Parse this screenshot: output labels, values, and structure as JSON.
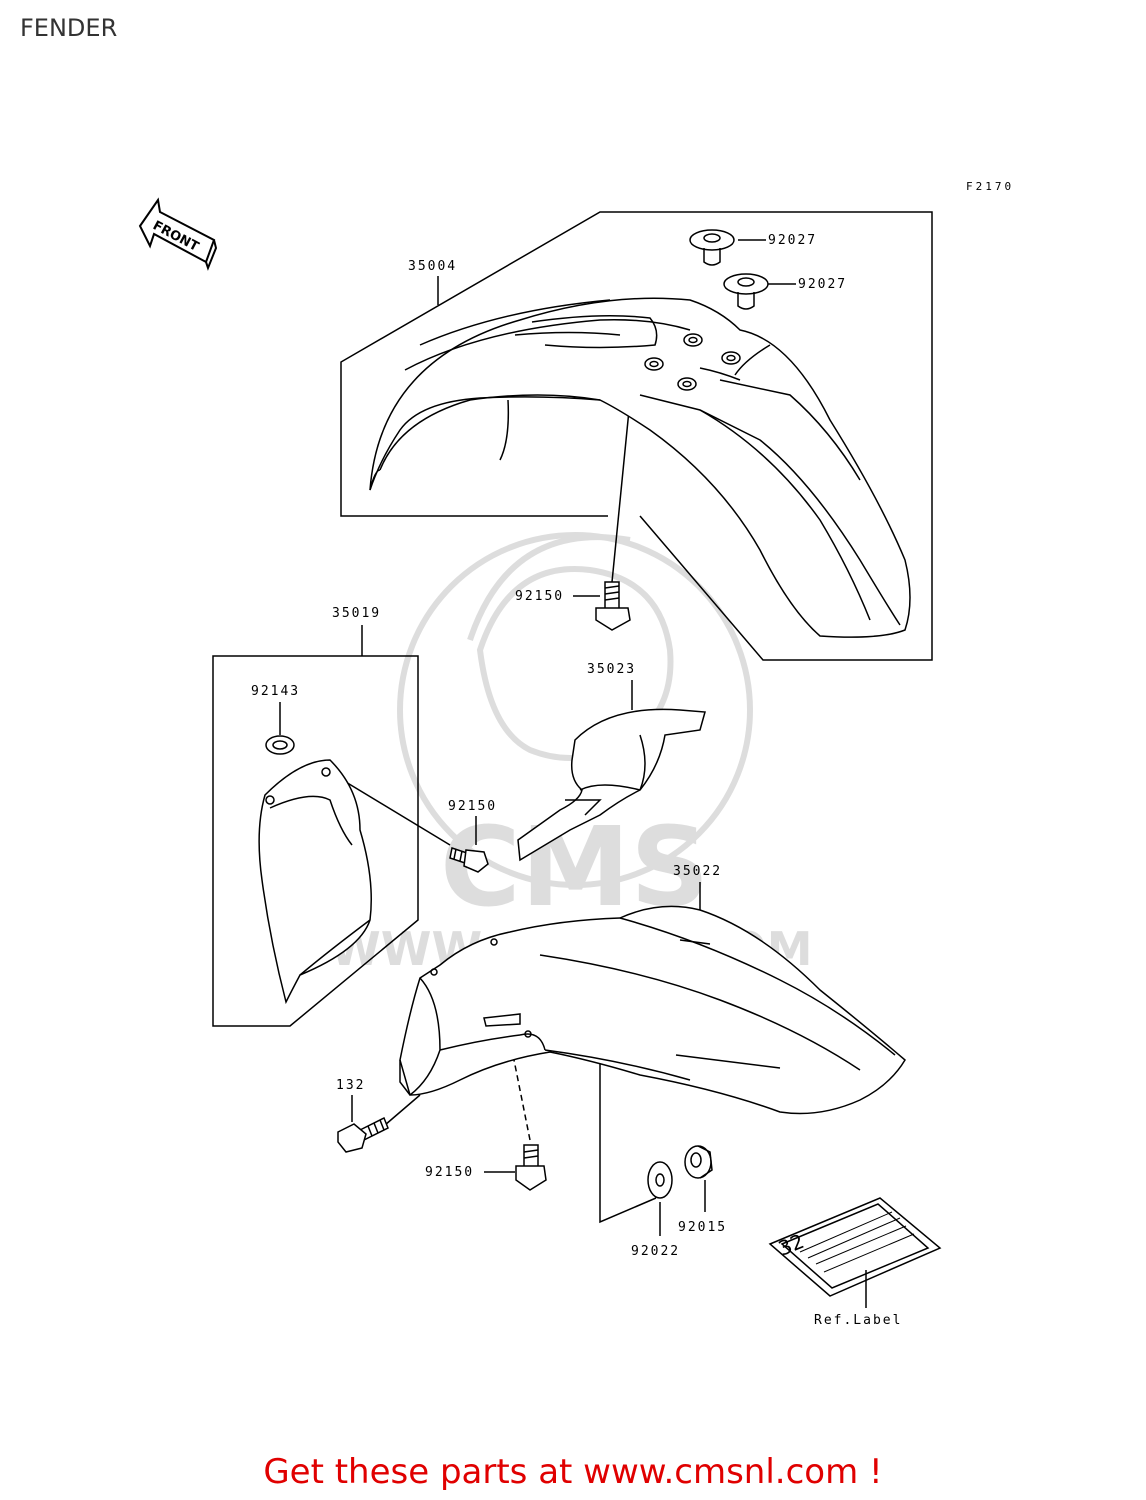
{
  "page": {
    "title": "FENDER",
    "figure_code": "F2170",
    "front_label": "FRONT",
    "footer": "Get these parts at www.cmsnl.com !",
    "accent_color": "#e00000"
  },
  "watermark": {
    "brand": "CMS",
    "url": "WWW.CMSNL.COM"
  },
  "parts": {
    "p35004": "35004",
    "p92027a": "92027",
    "p92027b": "92027",
    "p92150a": "92150",
    "p35019": "35019",
    "p92143": "92143",
    "p92150b": "92150",
    "p35023": "35023",
    "p35022": "35022",
    "p132": "132",
    "p92150c": "92150",
    "p92022": "92022",
    "p92015": "92015",
    "ref_label": "Ref.Label",
    "ref_label_number": "32"
  }
}
